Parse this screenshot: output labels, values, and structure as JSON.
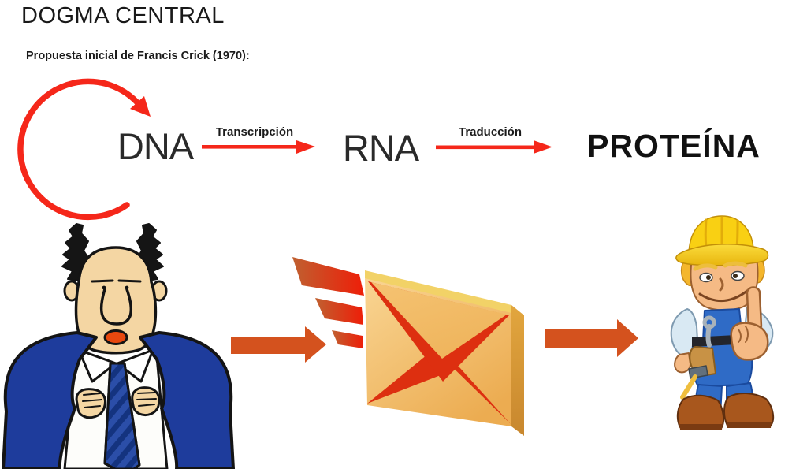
{
  "header": {
    "title": "DOGMA CENTRAL",
    "subtitle": "Propuesta inicial de Francis Crick (1970):"
  },
  "diagram": {
    "nodes": [
      {
        "id": "dna",
        "label": "DNA"
      },
      {
        "id": "rna",
        "label": "RNA"
      },
      {
        "id": "protein",
        "label": "PROTEÍNA"
      }
    ],
    "edges": [
      {
        "from": "DNA",
        "to": "RNA",
        "label": "Transcripción",
        "type": "arrow"
      },
      {
        "from": "RNA",
        "to": "PROTEÍNA",
        "label": "Traducción",
        "type": "arrow"
      },
      {
        "from": "DNA",
        "to": "DNA",
        "label": "",
        "type": "self-replication-loop"
      }
    ],
    "colors": {
      "arrow_red": "#F5271A",
      "block_arrow_orange": "#D4521E",
      "text": "#1B1B1B"
    }
  },
  "illustrations": {
    "boss": {
      "name": "boss-cartoon",
      "suit_blue": "#1E3C9C",
      "tie_blue": "#2B4EA8",
      "skin": "#F4D6A3",
      "mouth_orange": "#E8480F"
    },
    "envelope": {
      "name": "flying-envelope",
      "face_orange": "#F0BE6E",
      "edge_yellow": "#F2D267",
      "depth_orange": "#D49638",
      "accent_red": "#DD2F10"
    },
    "worker": {
      "name": "construction-worker-thumbs-up",
      "hat_yellow": "#F9D013",
      "shirt_light_blue": "#D9E9F3",
      "overalls_blue": "#2F6BC6",
      "skin": "#F5BA85",
      "boots_brown": "#A8571D",
      "pouch_tan": "#C89245"
    }
  }
}
